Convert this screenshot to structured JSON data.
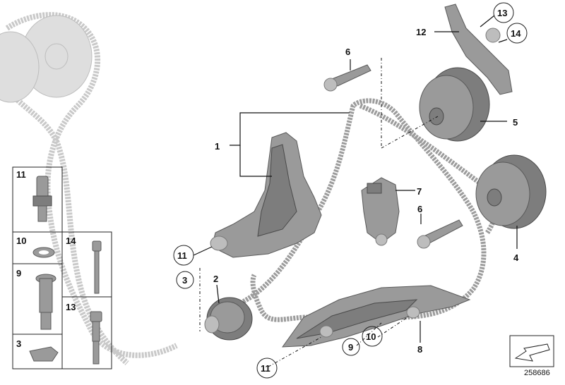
{
  "callouts": {
    "c1": "1",
    "c2": "2",
    "c3": "3",
    "c4": "4",
    "c5": "5",
    "c6a": "6",
    "c6b": "6",
    "c7": "7",
    "c8": "8",
    "c9": "9",
    "c10": "10",
    "c11a": "11",
    "c11b": "11",
    "c12": "12",
    "c13": "13",
    "c14": "14"
  },
  "legend": {
    "l11": "11",
    "l10": "10",
    "l14": "14",
    "l9": "9",
    "l13": "13",
    "l3": "3"
  },
  "document_id": "258686",
  "colors": {
    "part": "#9a9a9a",
    "chain": "#9c9c9c",
    "ghost": "#dedede",
    "line": "#111111"
  }
}
